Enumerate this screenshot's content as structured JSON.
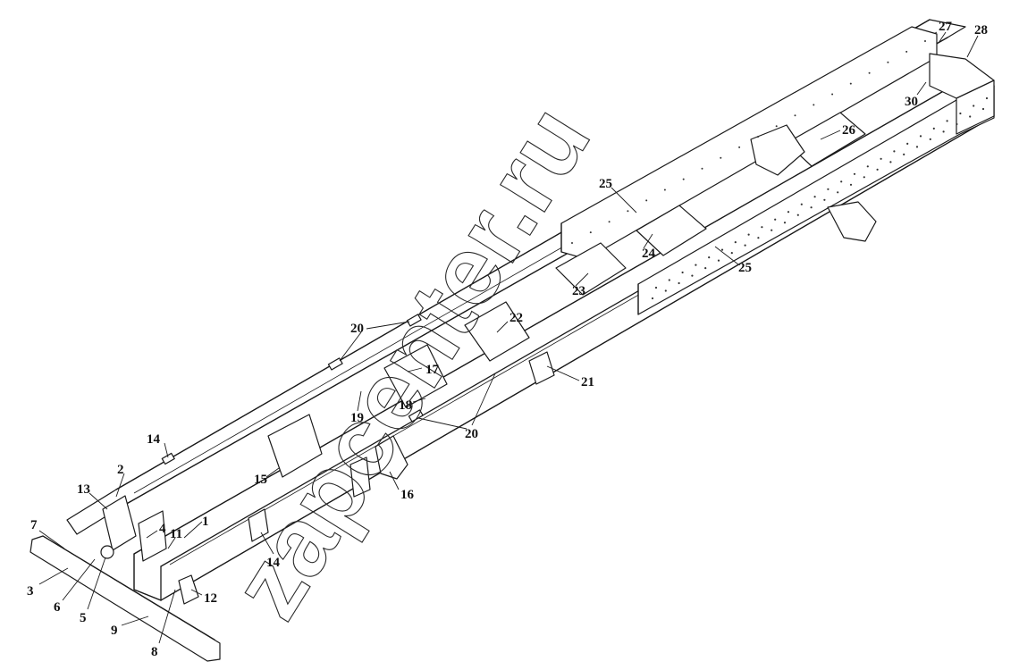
{
  "diagram": {
    "watermark": "zapcenter.ru",
    "labels": [
      {
        "id": "c1",
        "text": "1"
      },
      {
        "id": "c2",
        "text": "2"
      },
      {
        "id": "c3",
        "text": "3"
      },
      {
        "id": "c4",
        "text": "4"
      },
      {
        "id": "c5",
        "text": "5"
      },
      {
        "id": "c6",
        "text": "6"
      },
      {
        "id": "c7",
        "text": "7"
      },
      {
        "id": "c8",
        "text": "8"
      },
      {
        "id": "c9",
        "text": "9"
      },
      {
        "id": "c11",
        "text": "11"
      },
      {
        "id": "c12",
        "text": "12"
      },
      {
        "id": "c13",
        "text": "13"
      },
      {
        "id": "c14a",
        "text": "14"
      },
      {
        "id": "c14b",
        "text": "14"
      },
      {
        "id": "c15",
        "text": "15"
      },
      {
        "id": "c16",
        "text": "16"
      },
      {
        "id": "c17",
        "text": "17"
      },
      {
        "id": "c18",
        "text": "18"
      },
      {
        "id": "c19",
        "text": "19"
      },
      {
        "id": "c20a",
        "text": "20"
      },
      {
        "id": "c20b",
        "text": "20"
      },
      {
        "id": "c21",
        "text": "21"
      },
      {
        "id": "c22",
        "text": "22"
      },
      {
        "id": "c23",
        "text": "23"
      },
      {
        "id": "c24",
        "text": "24"
      },
      {
        "id": "c25a",
        "text": "25"
      },
      {
        "id": "c25b",
        "text": "25"
      },
      {
        "id": "c26",
        "text": "26"
      },
      {
        "id": "c27",
        "text": "27"
      },
      {
        "id": "c28",
        "text": "28"
      },
      {
        "id": "c30",
        "text": "30"
      }
    ]
  }
}
